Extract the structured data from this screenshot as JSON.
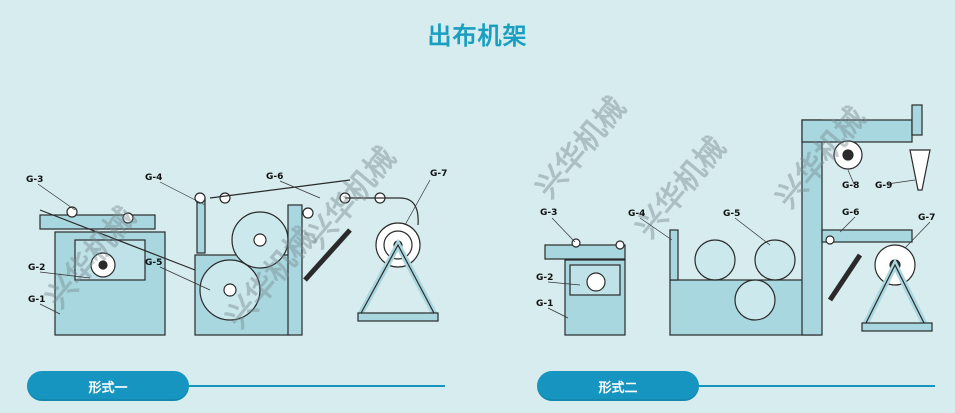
{
  "header": {
    "title": "出布机架"
  },
  "watermark": "兴华机械",
  "panels": [
    {
      "tab_label": "形式一",
      "labels": [
        "G-1",
        "G-2",
        "G-3",
        "G-4",
        "G-5",
        "G-6",
        "G-7"
      ]
    },
    {
      "tab_label": "形式二",
      "labels": [
        "G-1",
        "G-2",
        "G-3",
        "G-4",
        "G-5",
        "G-6",
        "G-7",
        "G-8",
        "G-9"
      ]
    }
  ],
  "colors": {
    "frame": "#a9d7df",
    "stroke": "#2a2a2a",
    "accent": "#1595bf",
    "title": "#1a9fc0"
  }
}
